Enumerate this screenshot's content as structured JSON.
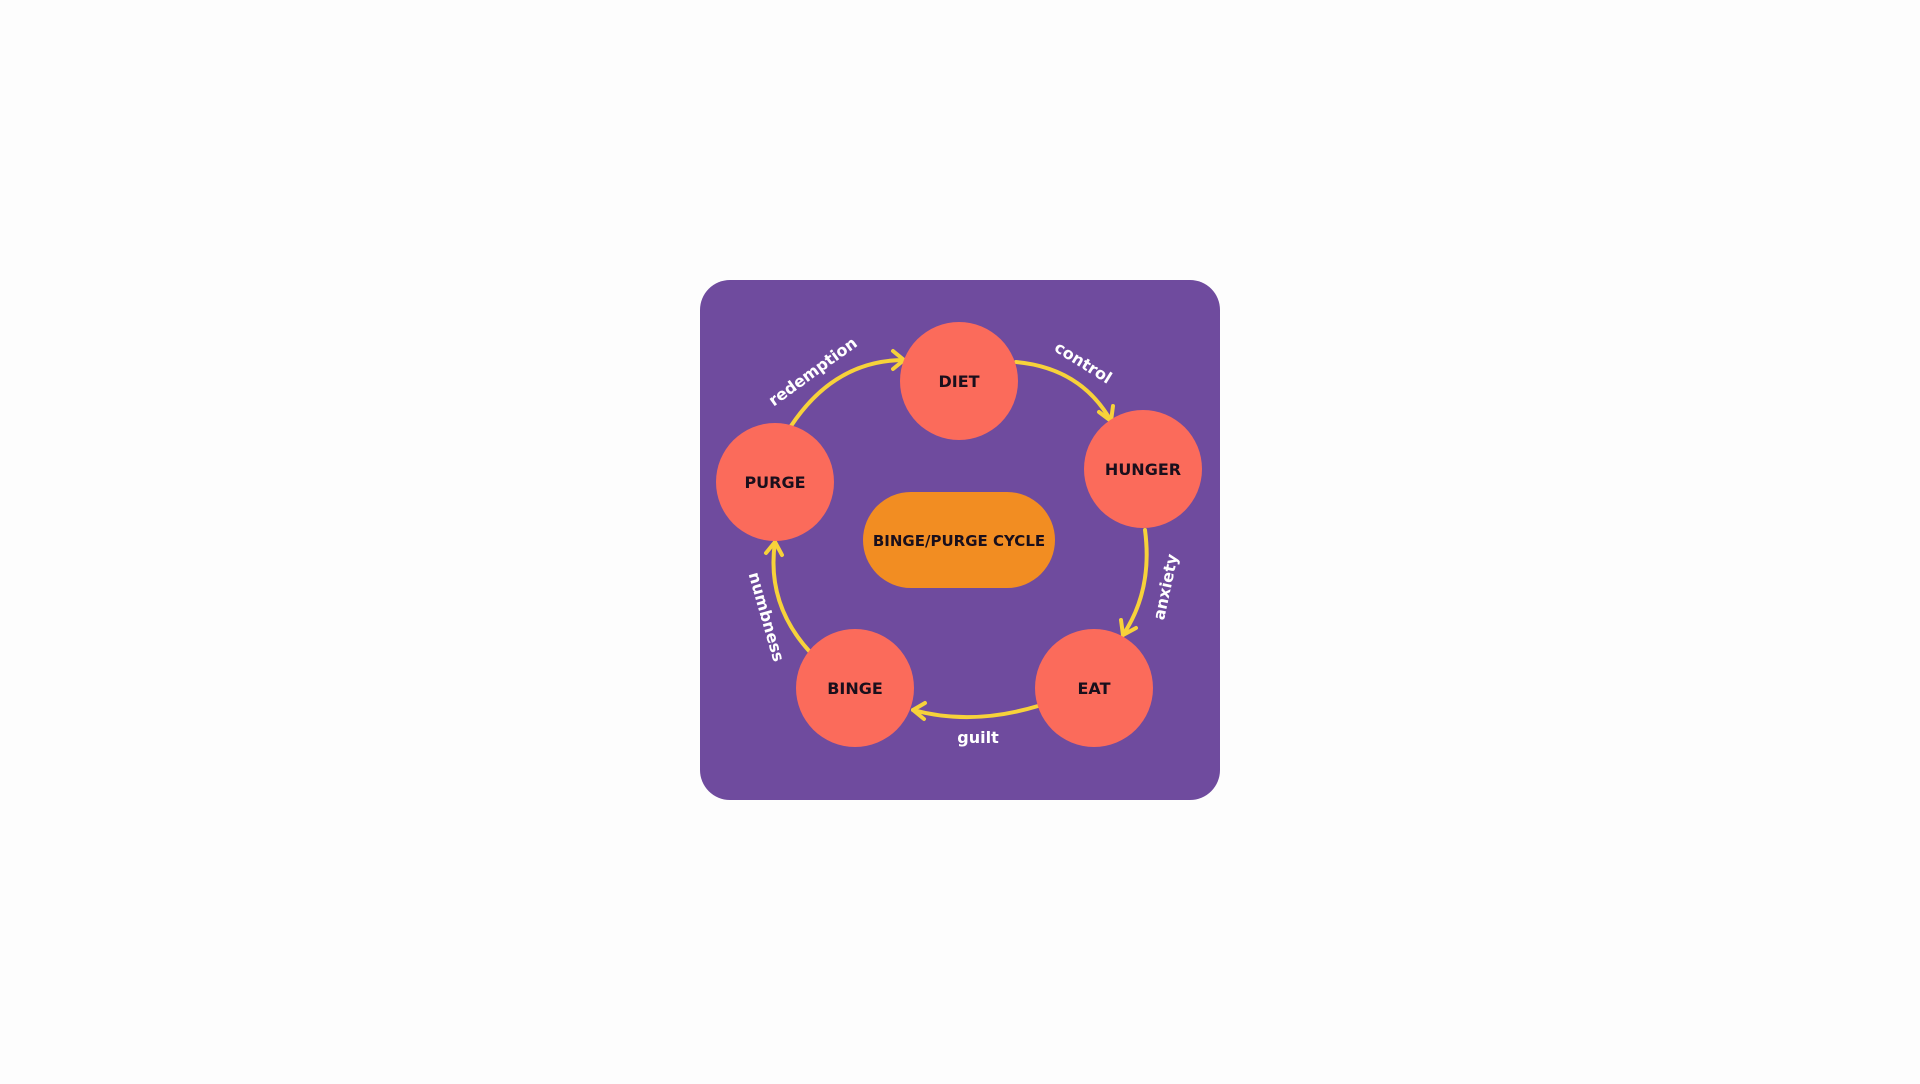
{
  "diagram": {
    "center_label": "BINGE/PURGE CYCLE",
    "nodes": [
      {
        "id": "diet",
        "label": "DIET"
      },
      {
        "id": "hunger",
        "label": "HUNGER"
      },
      {
        "id": "eat",
        "label": "EAT"
      },
      {
        "id": "binge",
        "label": "BINGE"
      },
      {
        "id": "purge",
        "label": "PURGE"
      }
    ],
    "edges": [
      {
        "from": "diet",
        "to": "hunger",
        "label": "control"
      },
      {
        "from": "hunger",
        "to": "eat",
        "label": "anxiety"
      },
      {
        "from": "eat",
        "to": "binge",
        "label": "guilt"
      },
      {
        "from": "binge",
        "to": "purge",
        "label": "numbness"
      },
      {
        "from": "purge",
        "to": "diet",
        "label": "redemption"
      }
    ]
  },
  "colors": {
    "panel": "#6f4b9e",
    "node": "#fb6b5b",
    "center": "#f28d22",
    "arrow": "#f7d23a",
    "node_text": "#1a0f1c",
    "edge_text": "#ffffff"
  }
}
